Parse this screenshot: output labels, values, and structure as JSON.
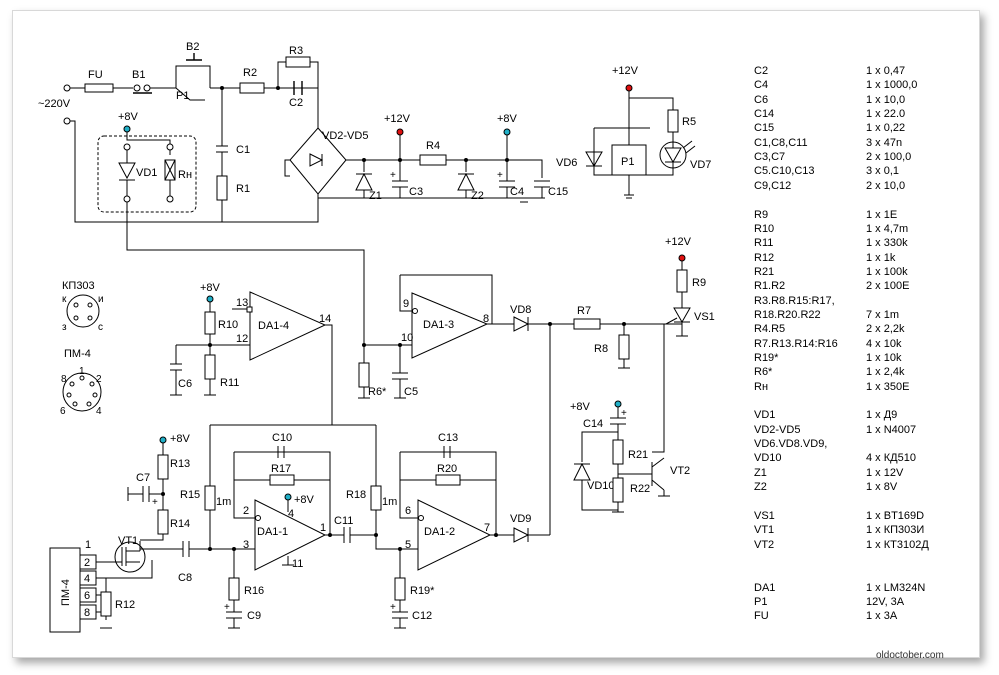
{
  "labels": {
    "fu": "FU",
    "b1": "B1",
    "b2": "B2",
    "p1": "P1",
    "r2": "R2",
    "r3": "R3",
    "c2": "C2",
    "mains": "~220V",
    "plus8v": "+8V",
    "plus12v": "+12V",
    "vd1": "VD1",
    "rn": "Rн",
    "c1": "C1",
    "r1": "R1",
    "bridge": "VD2-VD5",
    "z1": "Z1",
    "c3": "C3",
    "r4": "R4",
    "z2": "Z2",
    "c4": "C4",
    "c15": "C15",
    "vd6": "VD6",
    "p1box": "P1",
    "r5": "R5",
    "vd7": "VD7",
    "kp303": "КП303",
    "k": "к",
    "i": "и",
    "z": "з",
    "s": "с",
    "pm4": "ПМ-4",
    "pin1": "1",
    "pin2": "2",
    "pin3": "3",
    "pin4": "4",
    "pin5": "5",
    "pin6": "6",
    "pin7": "7",
    "pin8": "8",
    "pin11": "11",
    "pin12": "12",
    "pin13": "13",
    "pin14": "14",
    "pin9": "9",
    "pin10": "10",
    "r10": "R10",
    "da14": "DA1-4",
    "c6": "C6",
    "r11": "R11",
    "da13": "DA1-3",
    "r6": "R6*",
    "c5": "C5",
    "vd8": "VD8",
    "r7": "R7",
    "r8": "R8",
    "r9": "R9",
    "vs1": "VS1",
    "c14": "C14",
    "r21": "R21",
    "vt2": "VT2",
    "vd10": "VD10",
    "r22": "R22",
    "r13": "R13",
    "c7": "C7",
    "r14": "R14",
    "r15": "R15",
    "m1": "1m",
    "c10": "C10",
    "r17": "R17",
    "da11": "DA1-1",
    "c11": "C11",
    "r18": "R18",
    "c13": "C13",
    "r20": "R20",
    "da12": "DA1-2",
    "vd9": "VD9",
    "vt1": "VT1",
    "c8": "C8",
    "r16": "R16",
    "c9": "C9",
    "r12": "R12",
    "r19": "R19*",
    "c12": "C12",
    "pm4box": "ПМ-4"
  },
  "bom": [
    {
      "ref": "C2",
      "val": "1 x 0,47"
    },
    {
      "ref": "C4",
      "val": "1 x 1000,0"
    },
    {
      "ref": "C6",
      "val": "1 x 10,0"
    },
    {
      "ref": "C14",
      "val": "1 x 22.0"
    },
    {
      "ref": "C15",
      "val": "1 x 0,22"
    },
    {
      "ref": "C1,C8,C11",
      "val": "3 x 47n"
    },
    {
      "ref": "C3,C7",
      "val": "2 x 100,0"
    },
    {
      "ref": "C5.C10,C13",
      "val": "3 x 0,1"
    },
    {
      "ref": "C9,C12",
      "val": "2 x 10,0"
    },
    {
      "ref": "",
      "val": ""
    },
    {
      "ref": "R9",
      "val": "1 x 1E"
    },
    {
      "ref": "R10",
      "val": "1 x 4,7m"
    },
    {
      "ref": "R11",
      "val": "1 x 330k"
    },
    {
      "ref": "R12",
      "val": "1 x 1k"
    },
    {
      "ref": "R21",
      "val": "1 x 100k"
    },
    {
      "ref": "R1.R2",
      "val": "2 x 100E"
    },
    {
      "ref": "R3.R8.R15:R17,",
      "val": ""
    },
    {
      "ref": "R18.R20.R22",
      "val": "7 x 1m"
    },
    {
      "ref": "R4.R5",
      "val": "2 x 2,2k"
    },
    {
      "ref": "R7.R13.R14:R16",
      "val": "4 x 10k"
    },
    {
      "ref": "R19*",
      "val": "1 x 10k"
    },
    {
      "ref": "R6*",
      "val": "1 x 2,4k"
    },
    {
      "ref": "Rн",
      "val": "1 x 350E"
    },
    {
      "ref": "",
      "val": ""
    },
    {
      "ref": "VD1",
      "val": "1 x Д9"
    },
    {
      "ref": "VD2-VD5",
      "val": "1 x N4007"
    },
    {
      "ref": "VD6.VD8.VD9,",
      "val": ""
    },
    {
      "ref": "VD10",
      "val": "4 x КД510"
    },
    {
      "ref": "Z1",
      "val": "1 x 12V"
    },
    {
      "ref": "Z2",
      "val": "1 x 8V"
    },
    {
      "ref": "",
      "val": ""
    },
    {
      "ref": "VS1",
      "val": "1 x BT169D"
    },
    {
      "ref": "VT1",
      "val": "1 x КП303И"
    },
    {
      "ref": "VT2",
      "val": "1 x КТ3102Д"
    },
    {
      "ref": "",
      "val": ""
    },
    {
      "ref": "",
      "val": ""
    },
    {
      "ref": "DA1",
      "val": "1 x LM324N"
    },
    {
      "ref": "P1",
      "val": "12V, 3A"
    },
    {
      "ref": "FU",
      "val": "1 x 3A"
    }
  ],
  "watermark": "oldoctober.com",
  "colors": {
    "terminal_red": "#e01010",
    "terminal_cyan": "#20b0c8",
    "ink": "#000000"
  }
}
